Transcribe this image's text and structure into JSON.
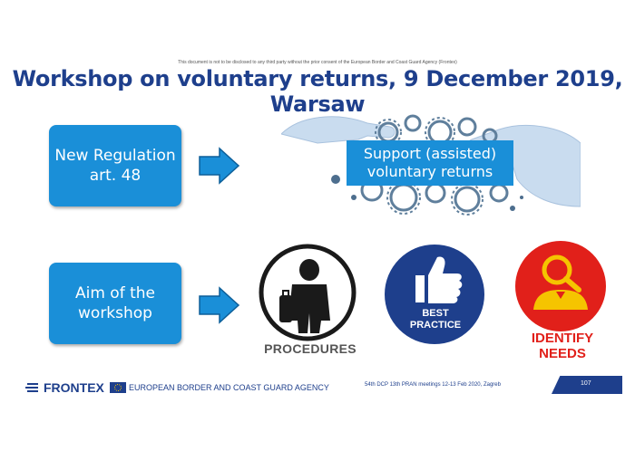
{
  "disclaimer": "This document is not to be disclosed to any third party without the prior consent of the European Border and Coast Guard Agency (Frontex)",
  "title": "Workshop on voluntary returns, 9 December 2019, Warsaw",
  "row1": {
    "box_line1": "New Regulation",
    "box_line2": "art. 48",
    "support_line1": "Support (assisted)",
    "support_line2": "voluntary returns"
  },
  "row2": {
    "box_line1": "Aim of the",
    "box_line2": "workshop",
    "procedures": "PROCEDURES",
    "best_line1": "BEST",
    "best_line2": "PRACTICE",
    "identify_line1": "IDENTIFY",
    "identify_line2": "NEEDS"
  },
  "footer": {
    "brand": "FRONTEX",
    "agency": "EUROPEAN BORDER AND COAST GUARD AGENCY",
    "meeting": "54th DCP 13th PRAN meetings 12-13 Feb 2020, Zagreb",
    "page": "107"
  },
  "colors": {
    "brand_blue": "#1e3f8c",
    "box_blue": "#1a8fd8",
    "best_circle": "#1e3f8c",
    "identify_red": "#e1201a",
    "identify_yellow": "#f5c400"
  },
  "icons": [
    "right-arrow-icon",
    "gears-hands-image",
    "traveler-icon",
    "thumbs-up-icon",
    "magnifier-person-icon",
    "frontex-logo-icon",
    "eu-flag-icon"
  ]
}
